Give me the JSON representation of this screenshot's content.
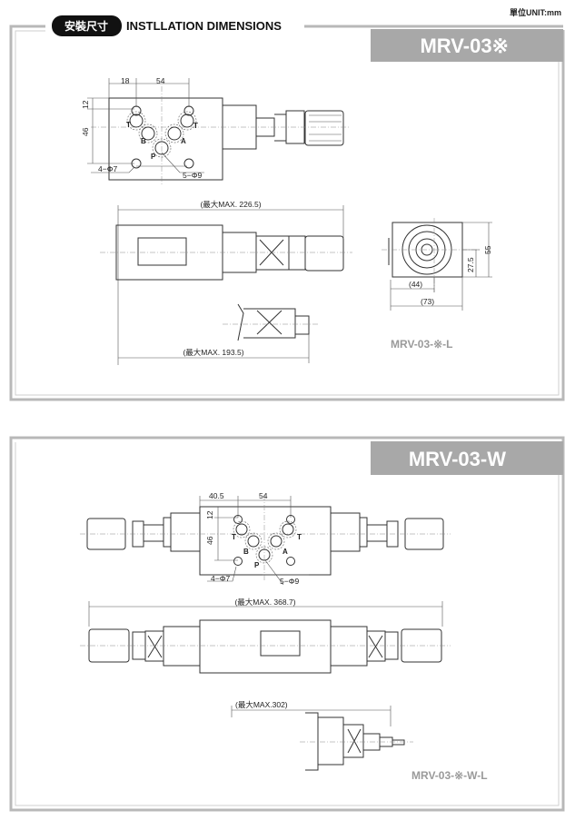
{
  "header": {
    "badge": "安裝尺寸",
    "title": "INSTLLATION DIMENSIONS",
    "unit": "單位UNIT:mm"
  },
  "section1": {
    "model": "MRV-03※",
    "top_view": {
      "dim_a": "18",
      "dim_b": "54",
      "dim_c": "12",
      "dim_d": "46",
      "ports": [
        "T",
        "T",
        "B",
        "A",
        "P"
      ],
      "holes_small": "4−Φ7",
      "holes_large": "5−Φ9"
    },
    "side_view": {
      "max_length": "(最大MAX. 226.5)"
    },
    "partial_view": {
      "max_length": "(最大MAX. 193.5)"
    },
    "end_view": {
      "height": "55",
      "center_height": "27.5",
      "offset": "(44)",
      "width": "(73)"
    },
    "variant_label": "MRV-03-※-L"
  },
  "section2": {
    "model": "MRV-03-W",
    "top_view": {
      "dim_a": "40.5",
      "dim_b": "54",
      "dim_c": "12",
      "dim_d": "46",
      "ports": [
        "T",
        "T",
        "B",
        "A",
        "P"
      ],
      "holes_small": "4−Φ7",
      "holes_large": "5−Φ9"
    },
    "side_view": {
      "max_length": "(最大MAX. 368.7)"
    },
    "partial_view": {
      "max_length": "(最大MAX.302)"
    },
    "variant_label": "MRV-03-※-W-L"
  }
}
